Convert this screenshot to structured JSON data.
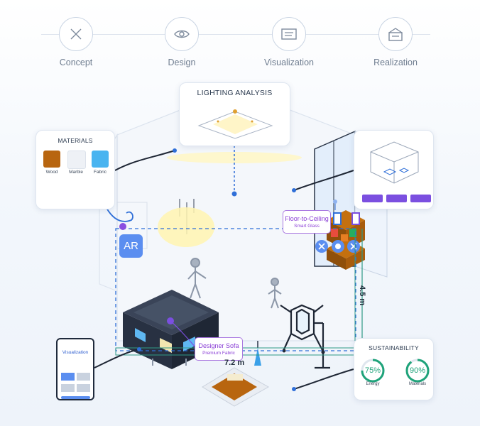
{
  "steps": [
    {
      "label": "Concept",
      "icon": "x-icon"
    },
    {
      "label": "Design",
      "icon": "eye-icon"
    },
    {
      "label": "Visualization",
      "icon": "screen-icon"
    },
    {
      "label": "Realization",
      "icon": "box-icon"
    }
  ],
  "lighting": {
    "title": "LIGHTING ANALYSIS"
  },
  "materials": {
    "title": "MATERIALS",
    "items": [
      {
        "label": "Wood",
        "color": "#b8650f"
      },
      {
        "label": "Marble",
        "color": "#eef1f6"
      },
      {
        "label": "Fabric",
        "color": "#49b4f0"
      }
    ]
  },
  "sustainability": {
    "title": "SUSTAINABILITY",
    "metrics": [
      {
        "value_text": "75%",
        "value": 75,
        "label": "Energy",
        "color": "#1fa37a"
      },
      {
        "value_text": "90%",
        "value": 90,
        "label": "Materials",
        "color": "#1fa37a"
      }
    ]
  },
  "ar_button": {
    "label": "AR"
  },
  "glass_tag": {
    "title": "Floor-to-Ceiling",
    "subtitle": "Smart Glass"
  },
  "sofa_tag": {
    "title": "Designer Sofa",
    "subtitle": "Premium Fabric"
  },
  "dimensions": {
    "width": "7.2 m",
    "height": "4.5 m"
  },
  "phone": {
    "title": "Visualization"
  },
  "colors": {
    "accent_blue": "#2f6fd8",
    "purple": "#7b4fe0",
    "green": "#1fa37a",
    "dark": "#2a3547"
  }
}
